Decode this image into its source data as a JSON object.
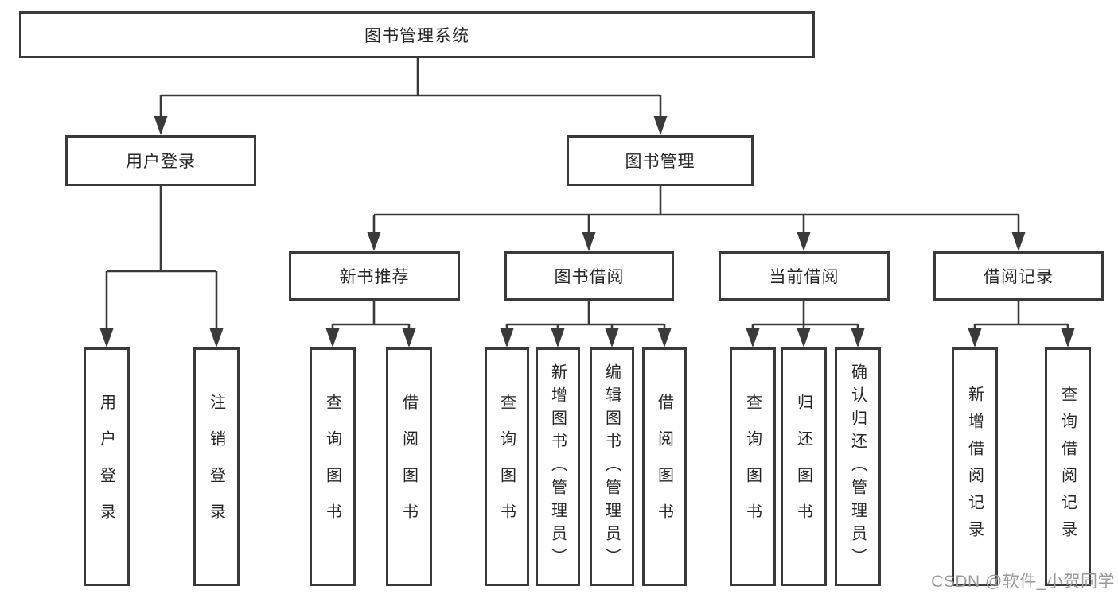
{
  "tree": {
    "root": {
      "label": "图书管理系统"
    },
    "children": [
      {
        "label": "用户登录",
        "children": [
          {
            "label": "用户登录"
          },
          {
            "label": "注销登录"
          }
        ]
      },
      {
        "label": "图书管理",
        "children": [
          {
            "label": "新书推荐",
            "children": [
              {
                "label": "查询图书"
              },
              {
                "label": "借阅图书"
              }
            ]
          },
          {
            "label": "图书借阅",
            "children": [
              {
                "label": "查询图书"
              },
              {
                "label": "新增图书（管理员）"
              },
              {
                "label": "编辑图书（管理员）"
              },
              {
                "label": "借阅图书"
              }
            ]
          },
          {
            "label": "当前借阅",
            "children": [
              {
                "label": "查询图书"
              },
              {
                "label": "归还图书"
              },
              {
                "label": "确认归还（管理员）"
              }
            ]
          },
          {
            "label": "借阅记录",
            "children": [
              {
                "label": "新增借阅记录"
              },
              {
                "label": "查询借阅记录"
              }
            ]
          }
        ]
      }
    ]
  },
  "watermark": {
    "text": "CSDN @软件_小贺同学"
  },
  "colors": {
    "line": "#3a3a3a",
    "box_border": "#3a3a3a",
    "text": "#262626",
    "watermark": "#9a9a9a",
    "background": "#ffffff"
  }
}
